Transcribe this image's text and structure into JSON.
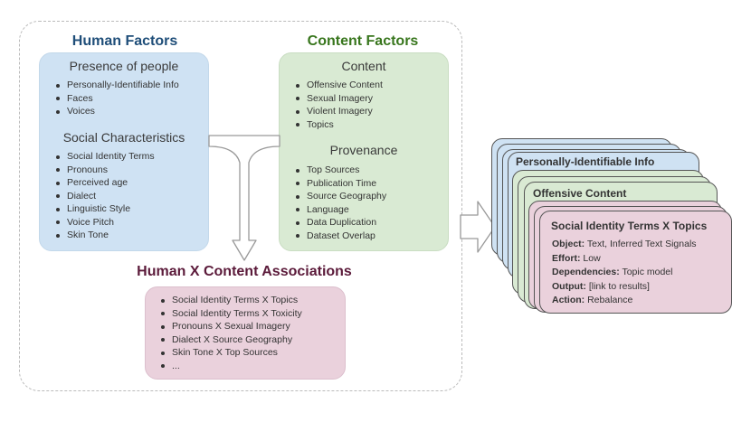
{
  "human_factors": {
    "title": "Human Factors",
    "groups": [
      {
        "title": "Presence of people",
        "items": [
          "Personally-Identifiable Info",
          "Faces",
          "Voices"
        ]
      },
      {
        "title": "Social Characteristics",
        "items": [
          "Social Identity Terms",
          "Pronouns",
          "Perceived age",
          "Dialect",
          "Linguistic Style",
          "Voice Pitch",
          "Skin Tone"
        ]
      }
    ]
  },
  "content_factors": {
    "title": "Content Factors",
    "groups": [
      {
        "title": "Content",
        "items": [
          "Offensive Content",
          "Sexual Imagery",
          "Violent Imagery",
          "Topics"
        ]
      },
      {
        "title": "Provenance",
        "items": [
          "Top Sources",
          "Publication Time",
          "Source Geography",
          "Language",
          "Data Duplication",
          "Dataset Overlap"
        ]
      }
    ]
  },
  "associations": {
    "title": "Human X Content Associations",
    "items": [
      "Social Identity Terms X Topics",
      "Social Identity Terms X Toxicity",
      "Pronouns X Sexual Imagery",
      "Dialect X Source Geography",
      "Skin Tone X Top Sources",
      "..."
    ]
  },
  "cards": {
    "back_title": "Personally-Identifiable Info",
    "middle_title": "Offensive Content",
    "front": {
      "title": "Social Identity Terms X Topics",
      "fields": [
        {
          "label": "Object:",
          "value": "Text, Inferred Text Signals"
        },
        {
          "label": "Effort:",
          "value": "Low"
        },
        {
          "label": "Dependencies:",
          "value": "Topic model"
        },
        {
          "label": "Output:",
          "value": "[link to results]"
        },
        {
          "label": "Action:",
          "value": "Rebalance"
        }
      ]
    }
  },
  "colors": {
    "human_heading": "#1f4e79",
    "content_heading": "#38761d",
    "association_heading": "#5b1a3a",
    "blue_box": "#cfe2f3",
    "green_box": "#d9ead3",
    "pink_box": "#ead1dc"
  }
}
